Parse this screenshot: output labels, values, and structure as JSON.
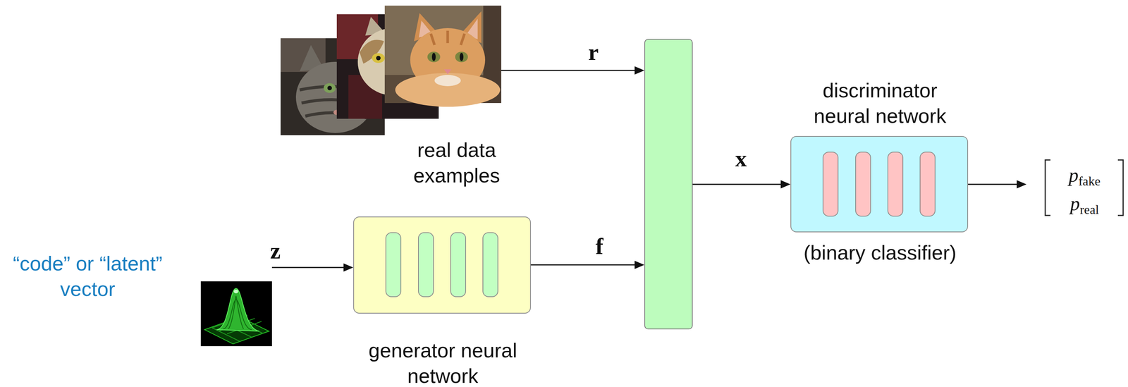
{
  "diagram": {
    "nodes": [
      {
        "text": [
          "real data examples"
        ]
      },
      {
        "text": [
          "“code” or “latent” vector"
        ]
      },
      {
        "text": [
          "generator neural network"
        ]
      },
      {
        "text": []
      },
      {
        "text": [
          "discriminator neural network",
          "(binary classifier)"
        ]
      },
      {
        "text": [
          "pfake",
          "preal"
        ]
      }
    ],
    "edges": [
      {
        "from": 0,
        "to": 3,
        "label": "r",
        "arrow": "to"
      },
      {
        "from": 1,
        "to": 2,
        "label": "z",
        "arrow": "to"
      },
      {
        "from": 2,
        "to": 3,
        "label": "f",
        "arrow": "to"
      },
      {
        "from": 3,
        "to": 4,
        "label": "x",
        "arrow": "to"
      },
      {
        "from": 4,
        "to": 5,
        "arrow": "to"
      }
    ]
  }
}
